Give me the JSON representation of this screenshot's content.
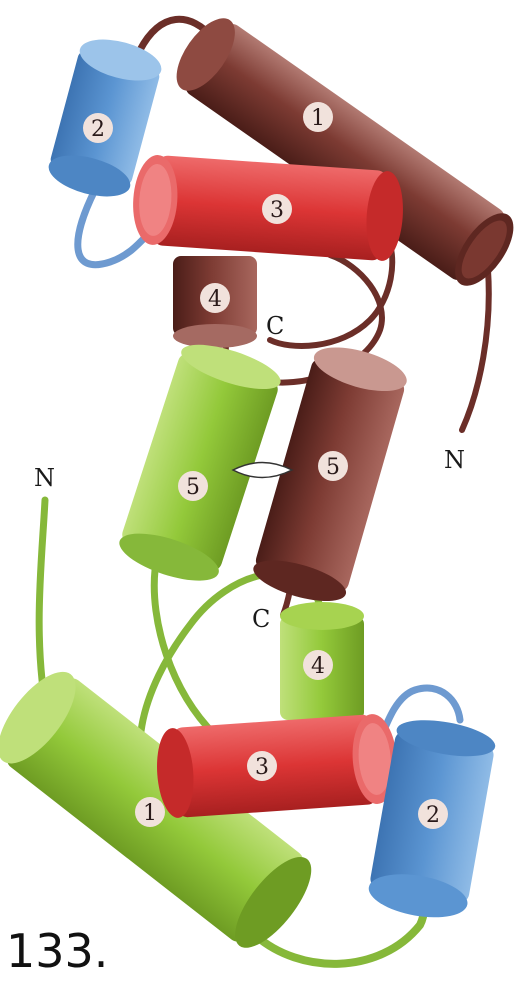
{
  "figure_number": "133.",
  "colors": {
    "brown_helix": "#7d3b33",
    "brown_highlight": "#b27a72",
    "brown_cap": "#c99890",
    "blue_helix": "#5b95d2",
    "blue_cap": "#9cc4ea",
    "red_helix": "#dc3535",
    "red_cap": "#ea6a6a",
    "green_helix": "#93c93a",
    "green_cap": "#bfe07a",
    "label_disc": "#f1e2dc"
  },
  "upper_subunit": {
    "helix_labels": [
      "1",
      "2",
      "3",
      "4",
      "5"
    ],
    "n_terminus": "N",
    "c_terminus": "C"
  },
  "lower_subunit": {
    "helix_labels": [
      "1",
      "2",
      "3",
      "4",
      "5"
    ],
    "n_terminus": "N",
    "c_terminus": "C"
  }
}
